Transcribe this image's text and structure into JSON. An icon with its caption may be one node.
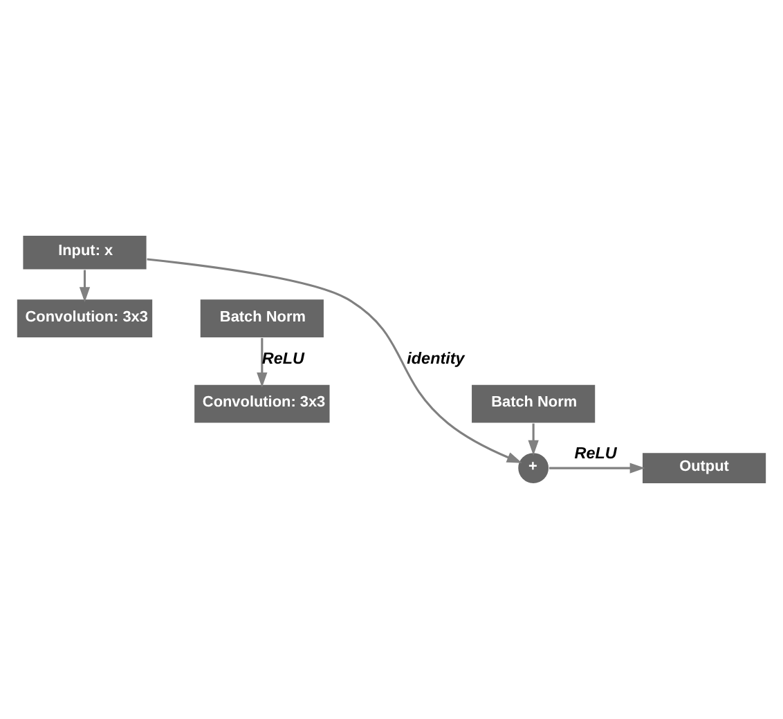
{
  "diagram": {
    "nodes": [
      {
        "text": [
          "Input: x"
        ]
      },
      {
        "text": [
          "Convolution: 3x3"
        ]
      },
      {
        "text": [
          "Batch Norm"
        ]
      },
      {
        "text": [
          "Convolution: 3x3"
        ]
      },
      {
        "text": [
          "Batch Norm"
        ]
      },
      {
        "text": [
          "+"
        ]
      },
      {
        "text": [
          "Output"
        ]
      }
    ],
    "edges": [
      {
        "from": 0,
        "to": 1,
        "arrow": "to"
      },
      {
        "from": 2,
        "to": 3,
        "arrow": "to",
        "label": "ReLU"
      },
      {
        "from": 4,
        "to": 5,
        "arrow": "to"
      },
      {
        "from": 0,
        "to": 5,
        "arrow": "to",
        "label": "identity"
      },
      {
        "from": 5,
        "to": 6,
        "arrow": "to",
        "label": "ReLU"
      }
    ]
  }
}
